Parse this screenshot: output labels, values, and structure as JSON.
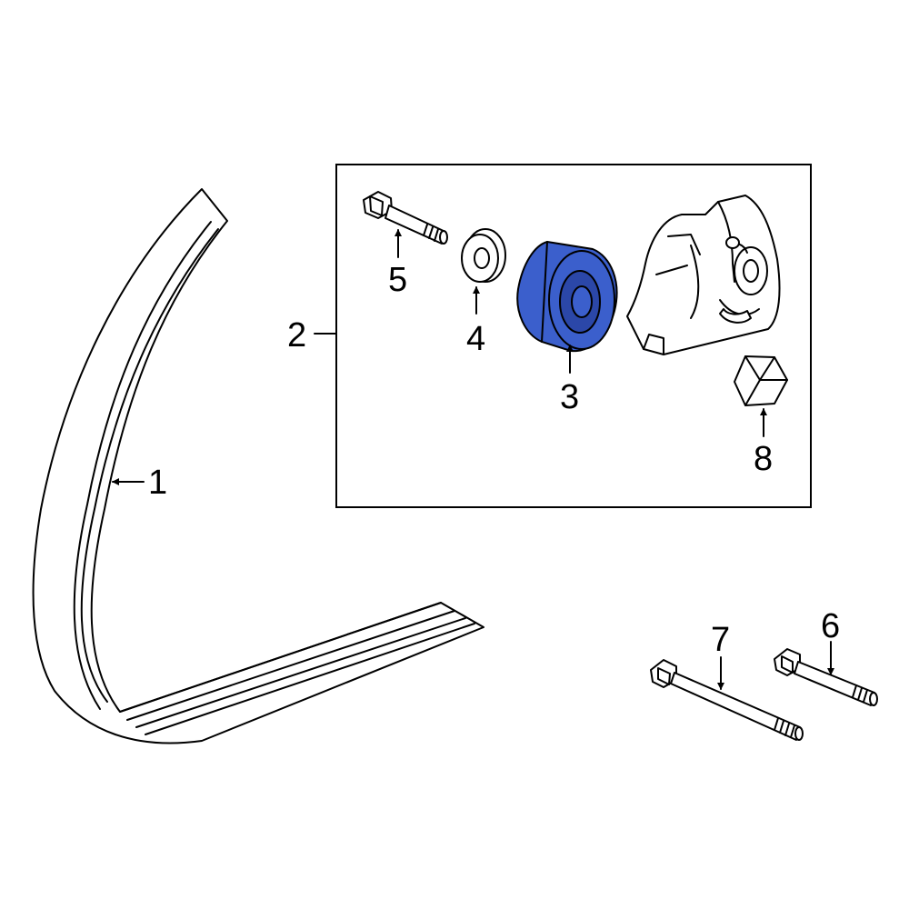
{
  "callouts": {
    "c1": "1",
    "c2": "2",
    "c3": "3",
    "c4": "4",
    "c5": "5",
    "c6": "6",
    "c7": "7",
    "c8": "8"
  },
  "colors": {
    "highlight": "#3b5fcc",
    "highlight_dark": "#2b47a8",
    "line": "#000000",
    "background": "#ffffff"
  }
}
